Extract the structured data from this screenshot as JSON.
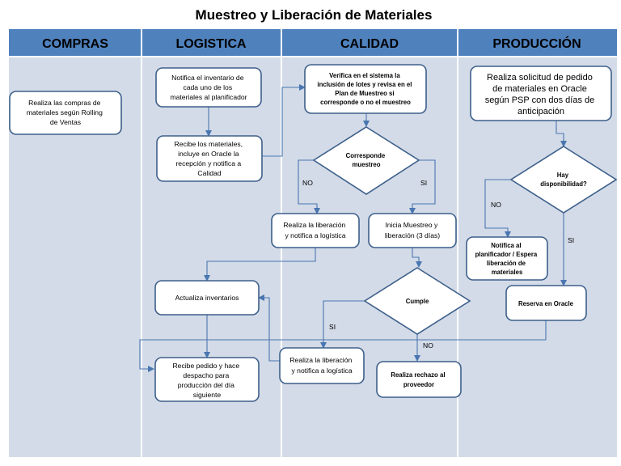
{
  "title": "Muestreo y Liberación de Materiales",
  "lanes": [
    {
      "name": "COMPRAS"
    },
    {
      "name": "LOGISTICA"
    },
    {
      "name": "CALIDAD"
    },
    {
      "name": "PRODUCCIÓN"
    }
  ],
  "nodes": {
    "compras_realiza": {
      "lines": [
        "Realiza las compras de",
        "materiales según Rolling",
        "de Ventas"
      ]
    },
    "log_notifica": {
      "lines": [
        "Notifica el inventario de",
        "cada uno de los",
        "materiales  al planificador"
      ]
    },
    "log_recibe": {
      "lines": [
        "Recibe los materiales,",
        "incluye  en Oracle la",
        "recepción y notifica a",
        "Calidad"
      ]
    },
    "log_actualiza": {
      "lines": [
        "Actualiza inventarios"
      ]
    },
    "log_despacho": {
      "lines": [
        "Recibe pedido y hace",
        "despacho para",
        "producción del día",
        "siguiente"
      ]
    },
    "cal_verifica": {
      "lines": [
        "Verifica en el sistema la",
        "inclusión de lotes y revisa en el",
        "Plan de Muestreo si",
        "corresponde o no el muestreo"
      ]
    },
    "cal_corresponde": {
      "lines": [
        "Corresponde",
        "muestreo"
      ]
    },
    "cal_libera_no": {
      "lines": [
        "Realiza la liberación",
        "y notifica a logística"
      ]
    },
    "cal_inicia": {
      "lines": [
        "Inicia Muestreo y",
        "liberación (3 días)"
      ]
    },
    "cal_cumple": {
      "lines": [
        "Cumple"
      ]
    },
    "cal_libera_si": {
      "lines": [
        "Realiza la liberación",
        "y notifica a logística"
      ]
    },
    "cal_rechazo": {
      "lines": [
        "Realiza rechazo al",
        "proveedor"
      ]
    },
    "prod_solicitud": {
      "lines": [
        "Realiza solicitud de pedido",
        "de materiales  en Oracle",
        "según PSP con dos días de",
        "anticipación"
      ]
    },
    "prod_hay": {
      "lines": [
        "Hay",
        "disponibilidad?"
      ]
    },
    "prod_notifica": {
      "lines": [
        "Notifica al",
        "planificador / Espera",
        "liberación de",
        "materiales"
      ]
    },
    "prod_reserva": {
      "lines": [
        "Reserva en Oracle"
      ]
    }
  },
  "edge_labels": {
    "corresponde_no": "NO",
    "corresponde_si": "SI",
    "cumple_si": "SI",
    "cumple_no": "NO",
    "hay_no": "NO",
    "hay_si": "SI"
  },
  "colors": {
    "header": "#4f81bd",
    "lane": "#d3dbe8",
    "box_border": "#3d5f8a",
    "arrow": "#4a76b0"
  }
}
